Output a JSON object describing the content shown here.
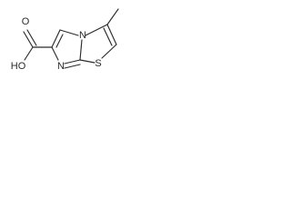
{
  "diagram": {
    "atoms": {
      "oxygen_carbonyl": "O",
      "hydroxyl": "HO",
      "nitrogen_ring": "N",
      "nitrogen_bridgehead": "N",
      "sulfur": "S"
    },
    "colors": {
      "bond": "#2a2a2a",
      "background": "#ffffff"
    }
  }
}
